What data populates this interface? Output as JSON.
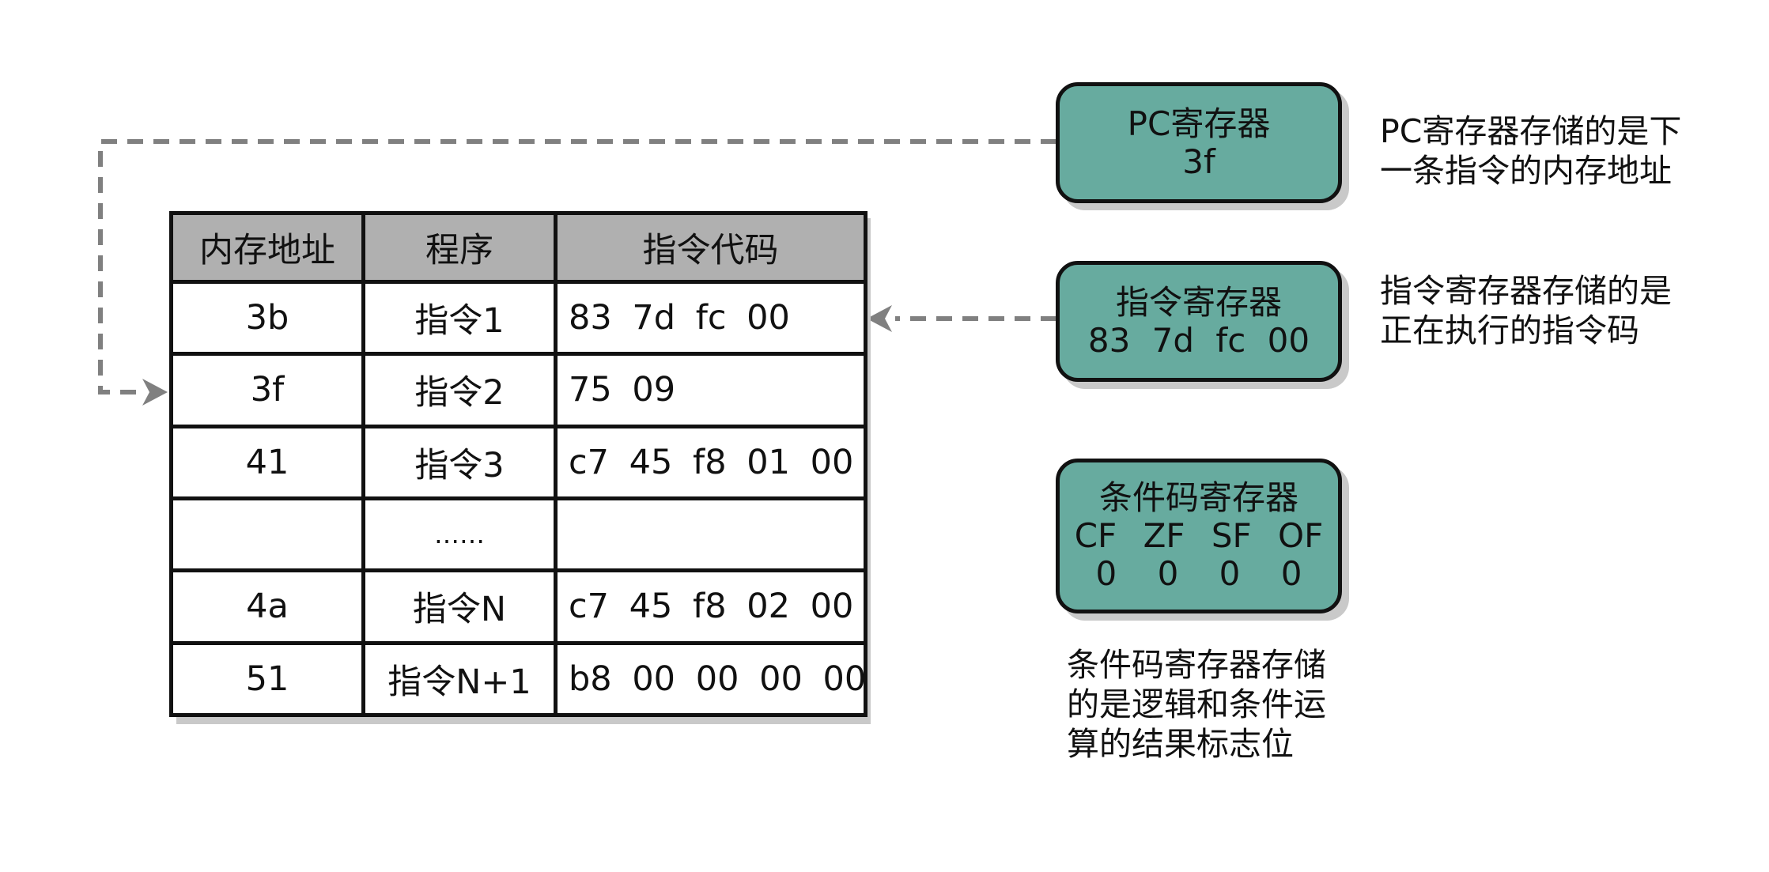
{
  "table": {
    "headers": [
      "内存地址",
      "程序",
      "指令代码"
    ],
    "rows": [
      {
        "address": "3b",
        "program": "指令1",
        "code": "83 7d fc 00"
      },
      {
        "address": "3f",
        "program": "指令2",
        "code": "75 09"
      },
      {
        "address": "41",
        "program": "指令3",
        "code": "c7 45 f8 01 00"
      },
      {
        "address": "",
        "program": "……",
        "code": ""
      },
      {
        "address": "4a",
        "program": "指令N",
        "code": "c7 45 f8 02 00"
      },
      {
        "address": "51",
        "program": "指令N+1",
        "code": "b8 00 00 00 00"
      }
    ]
  },
  "registers": {
    "pc": {
      "title": "PC寄存器",
      "value": "3f"
    },
    "instruction": {
      "title": "指令寄存器",
      "value": "83 7d fc 00"
    },
    "condition": {
      "title": "条件码寄存器",
      "flags": "CF ZF SF OF",
      "values": "0 0 0 0"
    }
  },
  "notes": {
    "pc": [
      "PC寄存器存储的是下",
      "一条指令的内存地址"
    ],
    "instruction": [
      "指令寄存器存储的是",
      "正在执行的指令码"
    ],
    "condition": [
      "条件码寄存器存储",
      "的是逻辑和条件运",
      "算的结果标志位"
    ]
  },
  "colors": {
    "register_fill": "#67ab9f",
    "table_header_fill": "#b0b0b0",
    "connector": "#808080"
  }
}
